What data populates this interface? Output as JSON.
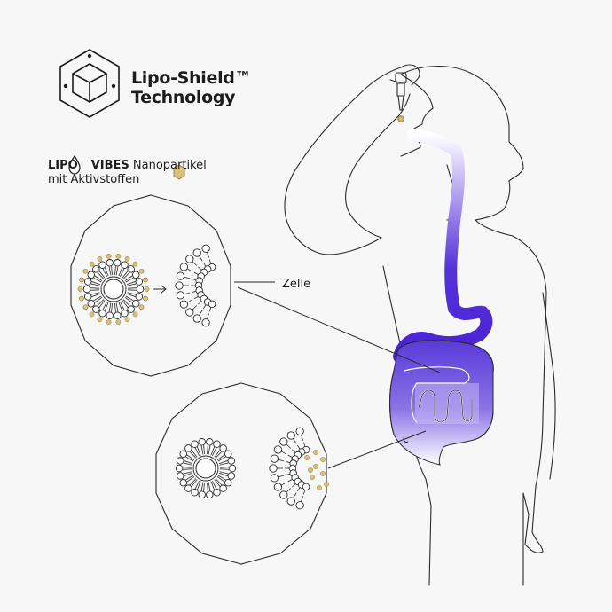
{
  "brand": {
    "title_line1": "Lipo-Shield™",
    "title_line2": "Technology",
    "icon": "cube-shield-icon"
  },
  "caption": {
    "brand_left": "LIPO",
    "brand_drop_icon": "droplet-icon",
    "brand_right": "VIBES",
    "line1_rest": "Nanopartikel",
    "line2": "mit Aktivstoffen",
    "active_icon": "hexagon-gold-icon"
  },
  "labels": {
    "cell": "Zelle"
  },
  "colors": {
    "line": "#2a2a2a",
    "gold": "#dcc07a",
    "gold_stroke": "#9e8244",
    "tract_top": "#ffffff",
    "tract_mid": "#4a26d6",
    "tract_intestine": "#6b52e0"
  }
}
